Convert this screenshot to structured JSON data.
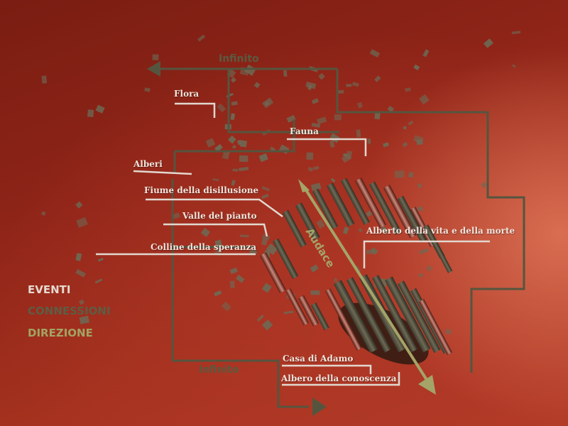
{
  "colors": {
    "connection": "#55553f",
    "leader": "#e2d8cf",
    "direction": "#a4a468",
    "eventi": "#e6d9cf",
    "connessioni": "#5d5d45",
    "direzione": "#a2a462"
  },
  "labels": {
    "infinito_top": "Infinito",
    "infinito_bottom": "Infinito",
    "audace": "Audace",
    "flora": "Flora",
    "fauna": "Fauna",
    "alberi": "Alberi",
    "fiume": "Fiume della disillusione",
    "valle": "Valle del pianto",
    "colline": "Colline della speranza",
    "alberto": "Alberto della vita e della morte",
    "casa": "Casa di Adamo",
    "albero_conoscenza": "Albero della conoscenza"
  },
  "legend": {
    "eventi": "EVENTI",
    "connessioni": "CONNESSIONI",
    "direzione": "DIREZIONE"
  }
}
